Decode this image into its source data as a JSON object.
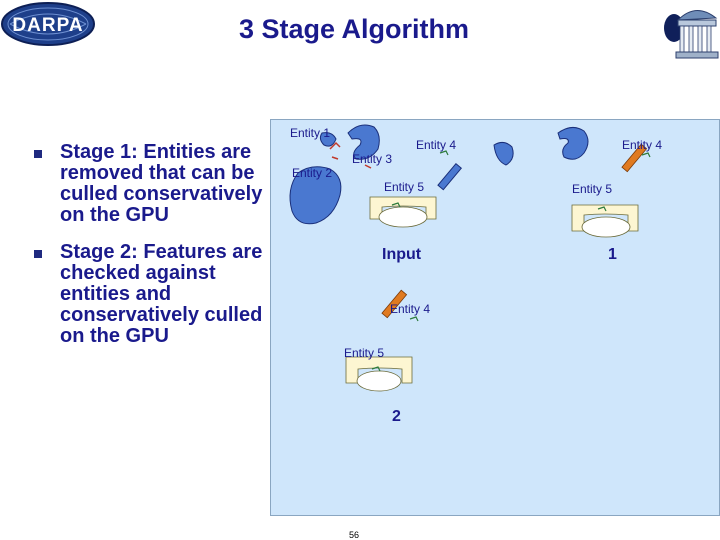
{
  "header": {
    "logo_text": "DARPA",
    "title": "3 Stage Algorithm"
  },
  "bullets": [
    {
      "text": "Stage 1: Entities are removed that can be culled conservatively on the GPU"
    },
    {
      "text": " Stage 2: Features are checked against entities and conservatively culled on the GPU"
    }
  ],
  "diagram": {
    "labels": {
      "entity1": "Entity 1",
      "entity2": "Entity 2",
      "entity3": "Entity 3",
      "entity4_a": "Entity 4",
      "entity5_a": "Entity 5",
      "input": "Input",
      "entity4_b": "Entity 4",
      "entity5_b": "Entity 5",
      "stage1_num": "1",
      "entity4_c": "Entity 4",
      "entity5_c": "Entity 5",
      "stage2_num": "2"
    },
    "colors": {
      "entity_fill": "#4a78d0",
      "entity_stroke": "#1a2f7a",
      "bracket_fill": "#fdf6d2",
      "feature_fill": "#ffffff",
      "entity4_bar_stage1": "#e07a20",
      "entity4_bar_stage2": "#e07a20"
    }
  },
  "footer": {
    "page_number": "56"
  }
}
